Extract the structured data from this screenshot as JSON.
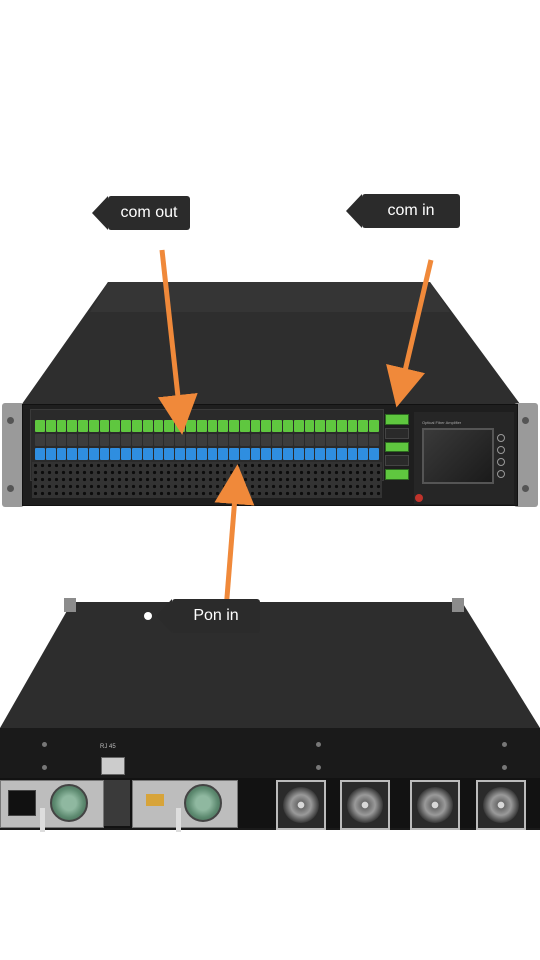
{
  "callouts": {
    "com_out": "com out",
    "com_in": "com in",
    "pon_in": "Pon in"
  },
  "device": {
    "panel_title": "Optical Fiber Amplifier",
    "rj45_label": "RJ 45"
  },
  "colors": {
    "arrow": "#f0893a",
    "tag_bg": "#2b2b2b",
    "green_ports": "#5fc73f",
    "blue_ports": "#2f8ee0",
    "chassis": "#1e1e1e"
  }
}
